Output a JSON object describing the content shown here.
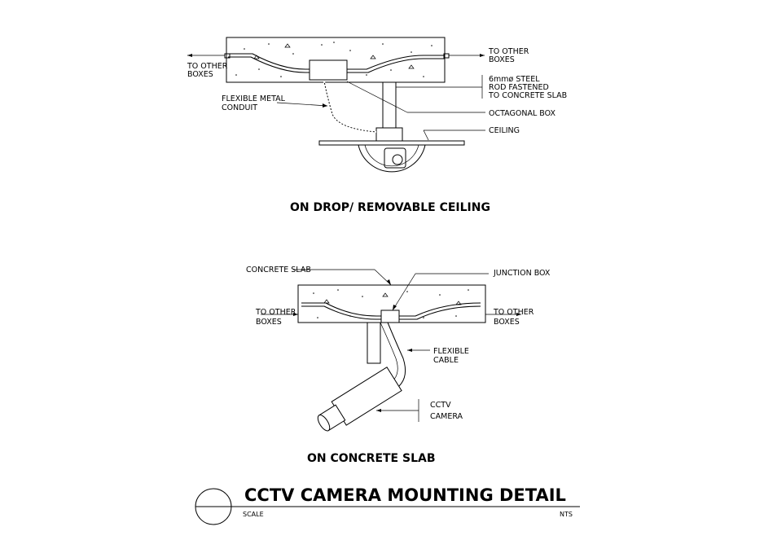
{
  "top_detail": {
    "labels": {
      "to_other_boxes_left": [
        "TO OTHER",
        "BOXES"
      ],
      "to_other_boxes_right": [
        "TO OTHER",
        "BOXES"
      ],
      "steel_rod": [
        "6mmø STEEL",
        "ROD FASTENED",
        "TO CONCRETE SLAB"
      ],
      "flexible_conduit": [
        "FLEXIBLE METAL",
        "CONDUIT"
      ],
      "octagonal_box": "OCTAGONAL BOX",
      "ceiling": "CEILING"
    },
    "caption": "ON DROP/ REMOVABLE CEILING"
  },
  "bottom_detail": {
    "labels": {
      "concrete_slab": "CONCRETE SLAB",
      "junction_box": "JUNCTION BOX",
      "to_other_boxes_left": [
        "TO OTHER",
        "BOXES"
      ],
      "to_other_boxes_right": [
        "TO OTHER",
        "BOXES"
      ],
      "flexible_cable": [
        "FLEXIBLE",
        "CABLE"
      ],
      "cctv_camera": [
        "CCTV",
        "CAMERA"
      ]
    },
    "caption": "ON CONCRETE SLAB"
  },
  "title_block": {
    "title": "CCTV CAMERA MOUNTING DETAIL",
    "scale_label": "SCALE",
    "scale_value": "NTS"
  }
}
